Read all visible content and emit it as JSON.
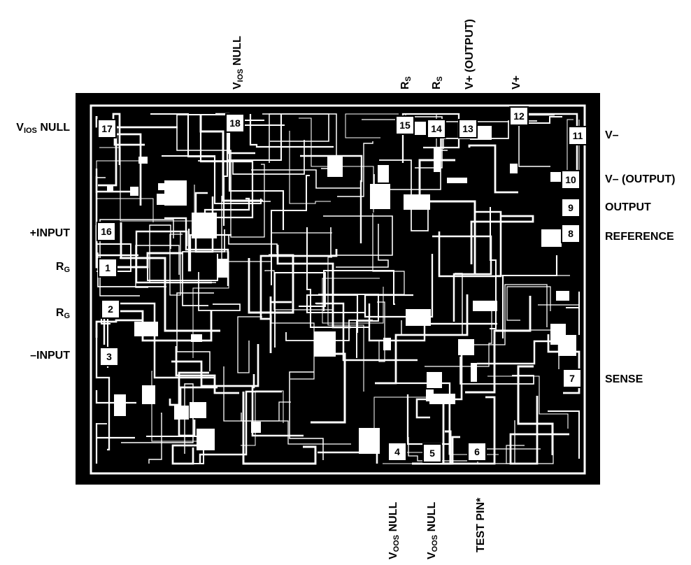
{
  "labels": {
    "top": [
      {
        "main": "V",
        "sub": "IOS",
        "rest": " NULL"
      },
      {
        "main": "R",
        "sub": "S",
        "rest": ""
      },
      {
        "main": "R",
        "sub": "S",
        "rest": ""
      },
      {
        "main": "V+ (OUTPUT)",
        "sub": "",
        "rest": ""
      },
      {
        "main": "V+",
        "sub": "",
        "rest": ""
      }
    ],
    "left": [
      {
        "main": "V",
        "sub": "IOS",
        "rest": " NULL"
      },
      {
        "main": "+INPUT",
        "sub": "",
        "rest": ""
      },
      {
        "main": "R",
        "sub": "G",
        "rest": ""
      },
      {
        "main": "R",
        "sub": "G",
        "rest": ""
      },
      {
        "main": "–INPUT",
        "sub": "",
        "rest": ""
      }
    ],
    "right": [
      {
        "main": "V–",
        "sub": "",
        "rest": ""
      },
      {
        "main": "V– (OUTPUT)",
        "sub": "",
        "rest": ""
      },
      {
        "main": "OUTPUT",
        "sub": "",
        "rest": ""
      },
      {
        "main": "REFERENCE",
        "sub": "",
        "rest": ""
      },
      {
        "main": "SENSE",
        "sub": "",
        "rest": ""
      }
    ],
    "bottom": [
      {
        "main": "V",
        "sub": "OOS",
        "rest": " NULL"
      },
      {
        "main": "V",
        "sub": "OOS",
        "rest": " NULL"
      },
      {
        "main": "TEST PIN*",
        "sub": "",
        "rest": ""
      }
    ]
  },
  "pads": [
    "1",
    "2",
    "3",
    "4",
    "5",
    "6",
    "7",
    "8",
    "9",
    "10",
    "11",
    "12",
    "13",
    "14",
    "15",
    "16",
    "17",
    "18"
  ]
}
